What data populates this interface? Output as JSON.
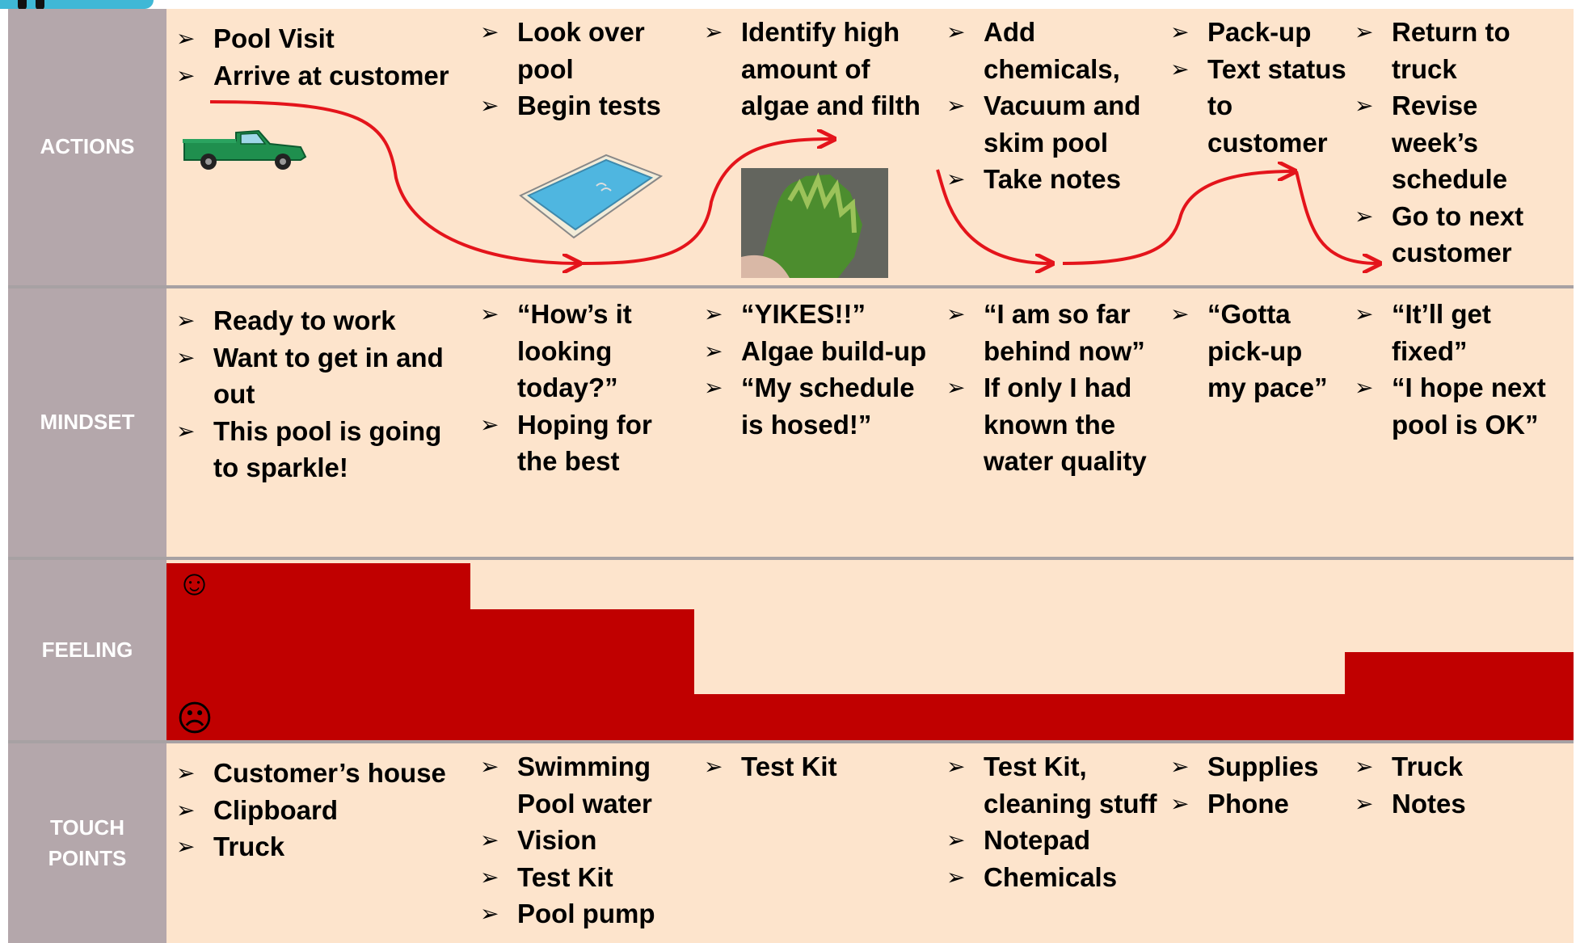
{
  "rows": {
    "actions": "ACTIONS",
    "mindset": "MINDSET",
    "feeling": "FEELING",
    "touch_points": "TOUCH POINTS"
  },
  "actions": [
    [
      "Pool Visit",
      "Arrive at customer"
    ],
    [
      "Look over pool",
      "Begin tests"
    ],
    [
      "Identify high amount of algae and filth"
    ],
    [
      "Add chemicals,",
      "Vacuum and skim pool",
      "Take notes"
    ],
    [
      "Pack-up",
      "Text status to customer"
    ],
    [
      "Return to truck",
      "Revise week’s schedule",
      "Go to next customer"
    ]
  ],
  "mindset": [
    [
      "Ready to work",
      "Want to get in and out",
      "This pool is going to  sparkle!"
    ],
    [
      "“How’s it looking today?”",
      "Hoping for the best"
    ],
    [
      "“YIKES!!”",
      "Algae build-up",
      "“My schedule is hosed!”"
    ],
    [
      "“I am so far behind now”",
      "If only I had known the water quality"
    ],
    [
      "“Gotta pick-up my pace”"
    ],
    [
      "“It’ll get fixed”",
      "“I hope next pool is OK”"
    ]
  ],
  "feeling": {
    "smile_icon": "☺",
    "frown_icon": "☹",
    "levels": [
      1.0,
      0.74,
      0.26,
      0.26,
      0.26,
      0.5
    ],
    "bar_color": "#c00000"
  },
  "touch_points": [
    [
      "Customer’s house",
      "Clipboard",
      "Truck"
    ],
    [
      "Swimming Pool water",
      "Vision",
      "Test Kit",
      "Pool pump"
    ],
    [
      "Test Kit"
    ],
    [
      "Test Kit, cleaning stuff",
      "Notepad",
      "Chemicals"
    ],
    [
      "Supplies",
      "Phone"
    ],
    [
      "Truck",
      "Notes"
    ]
  ],
  "icons": [
    "truck-icon",
    "pool-icon",
    "algae-hand-photo",
    "journey-arrow",
    "smile-icon",
    "frown-icon"
  ],
  "colors": {
    "header": "#b4a7ab",
    "cell": "#fde4cc",
    "arrow": "#e4141b",
    "truck": "#1f8f4e",
    "water": "#4fb6e0"
  }
}
